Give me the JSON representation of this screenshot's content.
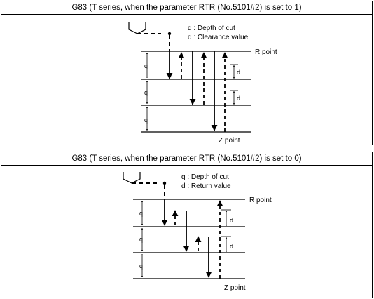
{
  "diagram_top": {
    "title": "G83 (T series, when the parameter RTR (No.5101#2) is set to 1)",
    "legend_q": "q : Depth of cut",
    "legend_d": "d : Clearance value",
    "r_point": "R point",
    "z_point": "Z point",
    "q_label": "q",
    "d_label": "d"
  },
  "diagram_bottom": {
    "title": "G83 (T series, when the parameter RTR (No.5101#2) is set to 0)",
    "legend_q": "q : Depth of cut",
    "legend_d": "d : Return value",
    "r_point": "R point",
    "z_point": "Z point",
    "q_label": "q",
    "d_label": "d"
  }
}
